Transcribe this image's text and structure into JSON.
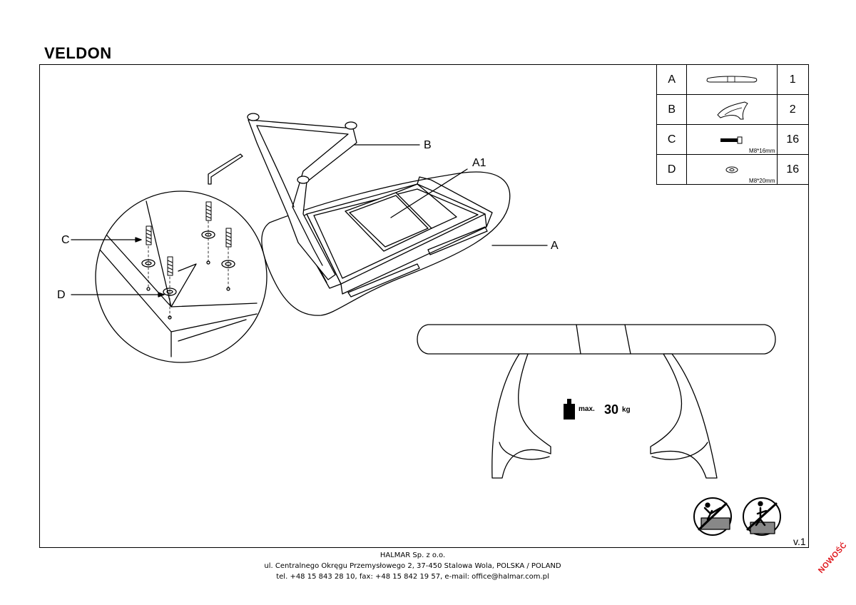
{
  "title": "VELDON",
  "parts": [
    {
      "letter": "A",
      "icon": "tabletop-icon",
      "spec": "",
      "qty": "1"
    },
    {
      "letter": "B",
      "icon": "leg-icon",
      "spec": "",
      "qty": "2"
    },
    {
      "letter": "C",
      "icon": "bolt-icon",
      "spec": "M8*16mm",
      "qty": "16"
    },
    {
      "letter": "D",
      "icon": "washer-icon",
      "spec": "M8*20mm",
      "qty": "16"
    }
  ],
  "callouts": {
    "a": "A",
    "a1": "A1",
    "b": "B",
    "c": "C",
    "d": "D"
  },
  "load": {
    "max_label": "max.",
    "value": "30",
    "unit": "kg"
  },
  "version": "v.1",
  "footer": {
    "company": "HALMAR Sp. z o.o.",
    "address": "ul. Centralnego Okręgu Przemysłowego 2, 37-450 Stalowa Wola, POLSKA / POLAND",
    "contact": "tel. +48 15 843 28 10, fax: +48 15 842 19 57, e-mail: office@halmar.com.pl"
  },
  "stamp": "NOWOŚĆ"
}
